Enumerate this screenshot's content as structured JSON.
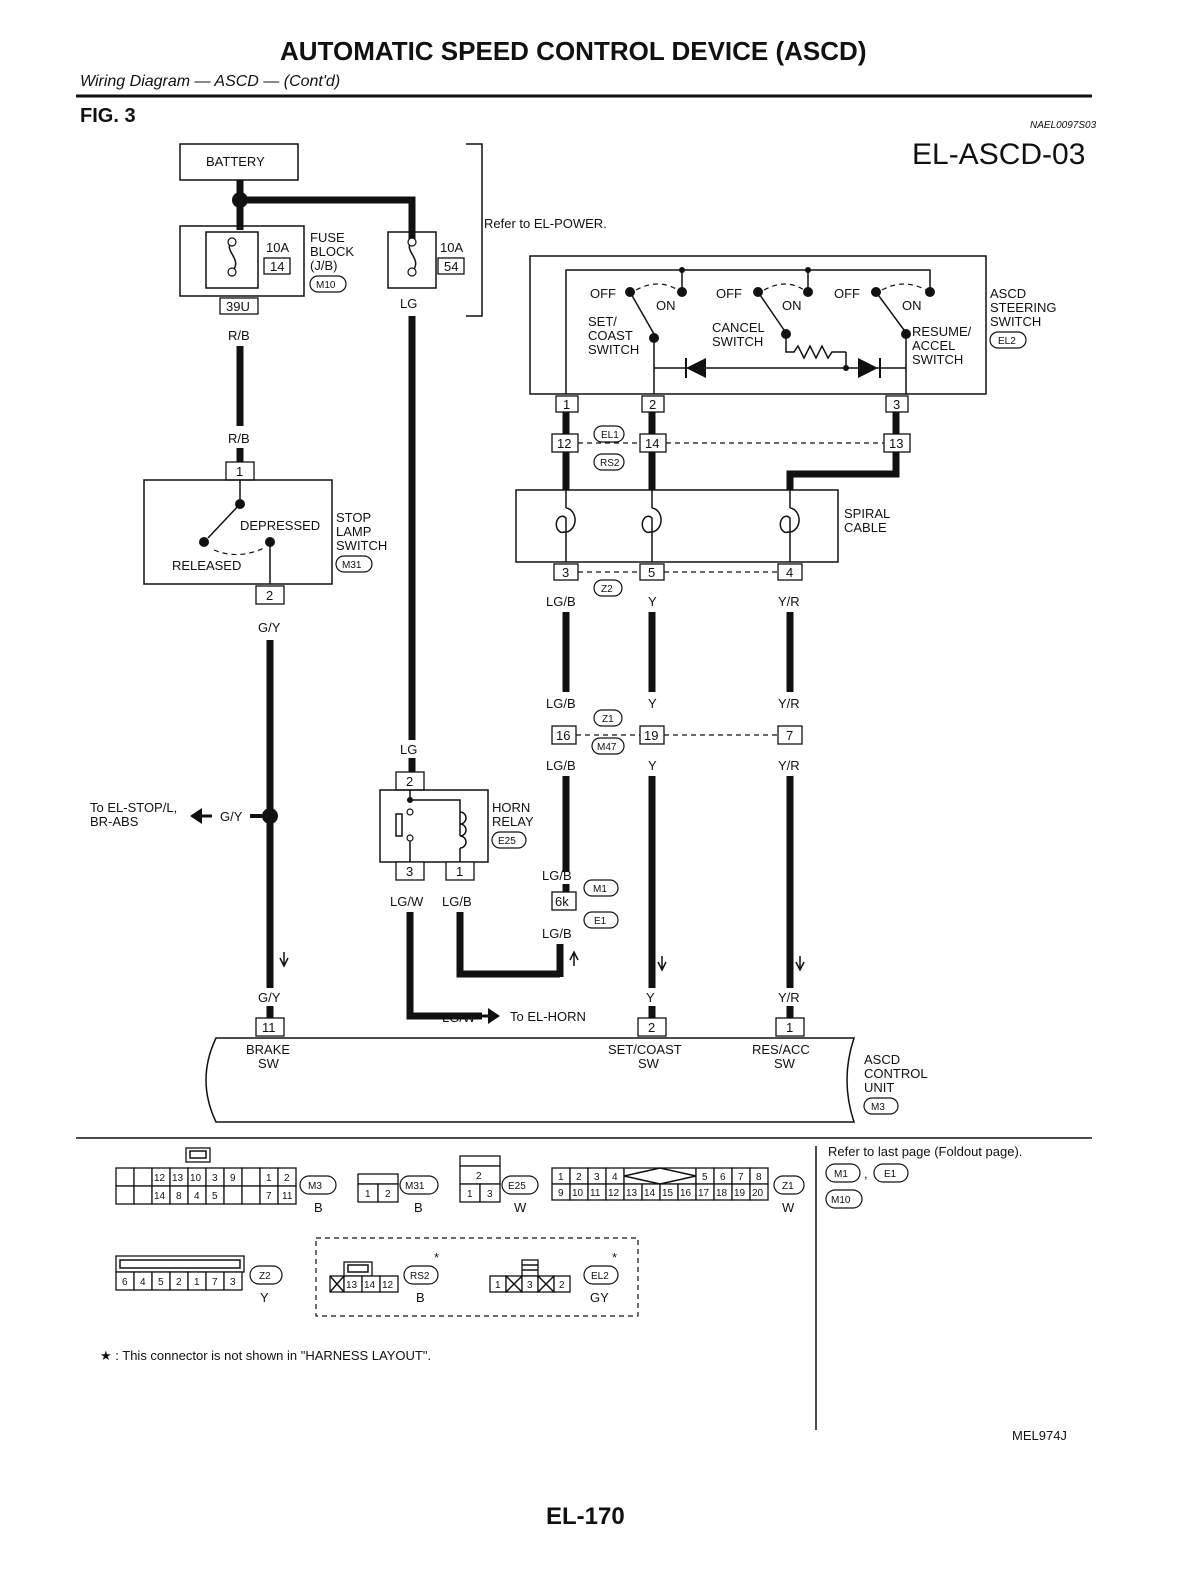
{
  "header": {
    "title": "AUTOMATIC SPEED CONTROL DEVICE (ASCD)",
    "subtitle": "Wiring Diagram — ASCD — (Cont'd)",
    "fig": "FIG. 3",
    "ref_code": "NAEL0097S03",
    "diagram_id": "EL-ASCD-03"
  },
  "labels": {
    "battery": "BATTERY",
    "fuse_left_amp": "10A",
    "fuse_left_num": "14",
    "fuse_block_1": "FUSE",
    "fuse_block_2": "BLOCK",
    "fuse_block_3": "(J/B)",
    "fuse_block_conn": "M10",
    "fuse_right_amp": "10A",
    "fuse_right_num": "54",
    "power_ref": "Refer to EL-POWER.",
    "fuse_conn": "39U",
    "wire_rb1": "R/B",
    "wire_rb2": "R/B",
    "wire_lg_top": "LG",
    "wire_lg_mid": "LG",
    "off1": "OFF",
    "on1": "ON",
    "off2": "OFF",
    "on2": "ON",
    "off3": "OFF",
    "on3": "ON",
    "set_coast_1": "SET/",
    "set_coast_2": "COAST",
    "set_coast_3": "SWITCH",
    "cancel_1": "CANCEL",
    "cancel_2": "SWITCH",
    "resume_1": "RESUME/",
    "resume_2": "ACCEL",
    "resume_3": "SWITCH",
    "ascd_sw_1": "ASCD",
    "ascd_sw_2": "STEERING",
    "ascd_sw_3": "SWITCH",
    "ascd_sw_conn": "EL2",
    "pin_1": "1",
    "pin_2": "2",
    "pin_3": "3",
    "pin_12": "12",
    "pin_14": "14",
    "pin_13": "13",
    "el1": "EL1",
    "rs2": "RS2",
    "spiral_1": "SPIRAL",
    "spiral_2": "CABLE",
    "sp_3": "3",
    "sp_5": "5",
    "sp_4": "4",
    "z2": "Z2",
    "w_lgb1": "LG/B",
    "w_y1": "Y",
    "w_yr1": "Y/R",
    "w_lgb2": "LG/B",
    "w_y2": "Y",
    "w_yr2": "Y/R",
    "j_16": "16",
    "j_19": "19",
    "j_7": "7",
    "z1": "Z1",
    "m47": "M47",
    "w_lgb3": "LG/B",
    "w_y3": "Y",
    "w_yr3": "Y/R",
    "stop_pin1": "1",
    "stop_pin2": "2",
    "depressed": "DEPRESSED",
    "released": "RELEASED",
    "stop_1": "STOP",
    "stop_2": "LAMP",
    "stop_3": "SWITCH",
    "stop_conn": "M31",
    "wire_gy1": "G/Y",
    "to_stop_1": "To EL-STOP/L,",
    "to_stop_2": "BR-ABS",
    "wire_gy_side": "G/Y",
    "horn_pin2": "2",
    "horn_pin3": "3",
    "horn_pin1": "1",
    "horn_1": "HORN",
    "horn_2": "RELAY",
    "horn_conn": "E25",
    "w_lgw": "LG/W",
    "w_lgb_horn": "LG/B",
    "w_lgb4": "LG/B",
    "j_6k": "6k",
    "m1": "M1",
    "e1": "E1",
    "w_lgb5": "LG/B",
    "w_gy2": "G/Y",
    "w_y4": "Y",
    "w_yr4": "Y/R",
    "w_lgw2": "LG/W",
    "to_horn": "To EL-HORN",
    "u_11": "11",
    "u_2": "2",
    "u_1": "1",
    "brake_1": "BRAKE",
    "brake_2": "SW",
    "setc_1": "SET/COAST",
    "setc_2": "SW",
    "resacc_1": "RES/ACC",
    "resacc_2": "SW",
    "unit_1": "ASCD",
    "unit_2": "CONTROL",
    "unit_3": "UNIT",
    "unit_conn": "M3"
  },
  "connectors": {
    "m3_row1": [
      "12",
      "13",
      "10",
      "3",
      "9",
      "",
      "1",
      "2"
    ],
    "m3_row2": [
      "14",
      "8",
      "4",
      "5",
      "",
      "",
      "7",
      "11"
    ],
    "m3_name": "M3",
    "m3_color": "B",
    "m31_pins": [
      "1",
      "2"
    ],
    "m31_name": "M31",
    "m31_color": "B",
    "e25_top": "2",
    "e25_pins": [
      "1",
      "3"
    ],
    "e25_name": "E25",
    "e25_color": "W",
    "z1_row1": [
      "1",
      "2",
      "3",
      "4",
      "5",
      "6",
      "7",
      "8"
    ],
    "z1_row2": [
      "9",
      "10",
      "11",
      "12",
      "13",
      "14",
      "15",
      "16",
      "17",
      "18",
      "19",
      "20"
    ],
    "z1_name": "Z1",
    "z1_color": "W",
    "z2_pins": [
      "6",
      "4",
      "5",
      "2",
      "1",
      "7",
      "3"
    ],
    "z2_name": "Z2",
    "z2_color": "Y",
    "rs2_pins": [
      "13",
      "14",
      "12"
    ],
    "rs2_name": "RS2",
    "rs2_color": "B",
    "rs2_star": "*",
    "el2_pins": [
      "1",
      "3",
      "2"
    ],
    "el2_name": "EL2",
    "el2_color": "GY",
    "el2_star": "*"
  },
  "footer": {
    "foldout_ref": "Refer to last page (Foldout page).",
    "foldout_m1": "M1",
    "foldout_comma": ",",
    "foldout_e1": "E1",
    "foldout_m10": "M10",
    "note": "★ : This connector is not shown in \"HARNESS LAYOUT\".",
    "fig_code": "MEL974J",
    "page_number": "EL-170"
  }
}
